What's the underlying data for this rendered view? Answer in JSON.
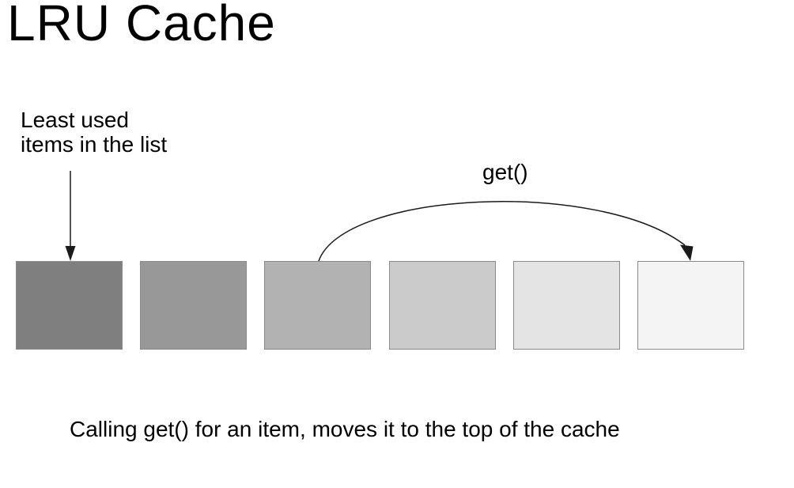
{
  "slide": {
    "title": "LRU Cache",
    "least_used_label": "Least used\nitems in the list",
    "get_label": "get()",
    "caption": "Calling get() for an item, moves it to the top of the cache"
  },
  "cache_list": {
    "border_color": "#8a8a8a",
    "items": [
      {
        "name": "cache-item-1",
        "fill": "#7f7f7f"
      },
      {
        "name": "cache-item-2",
        "fill": "#989898"
      },
      {
        "name": "cache-item-3",
        "fill": "#b2b2b2"
      },
      {
        "name": "cache-item-4",
        "fill": "#cbcbcb"
      },
      {
        "name": "cache-item-5",
        "fill": "#e4e4e4"
      },
      {
        "name": "cache-item-6",
        "fill": "#f4f4f4"
      }
    ]
  },
  "arrows": {
    "color": "#1a1a1a"
  }
}
